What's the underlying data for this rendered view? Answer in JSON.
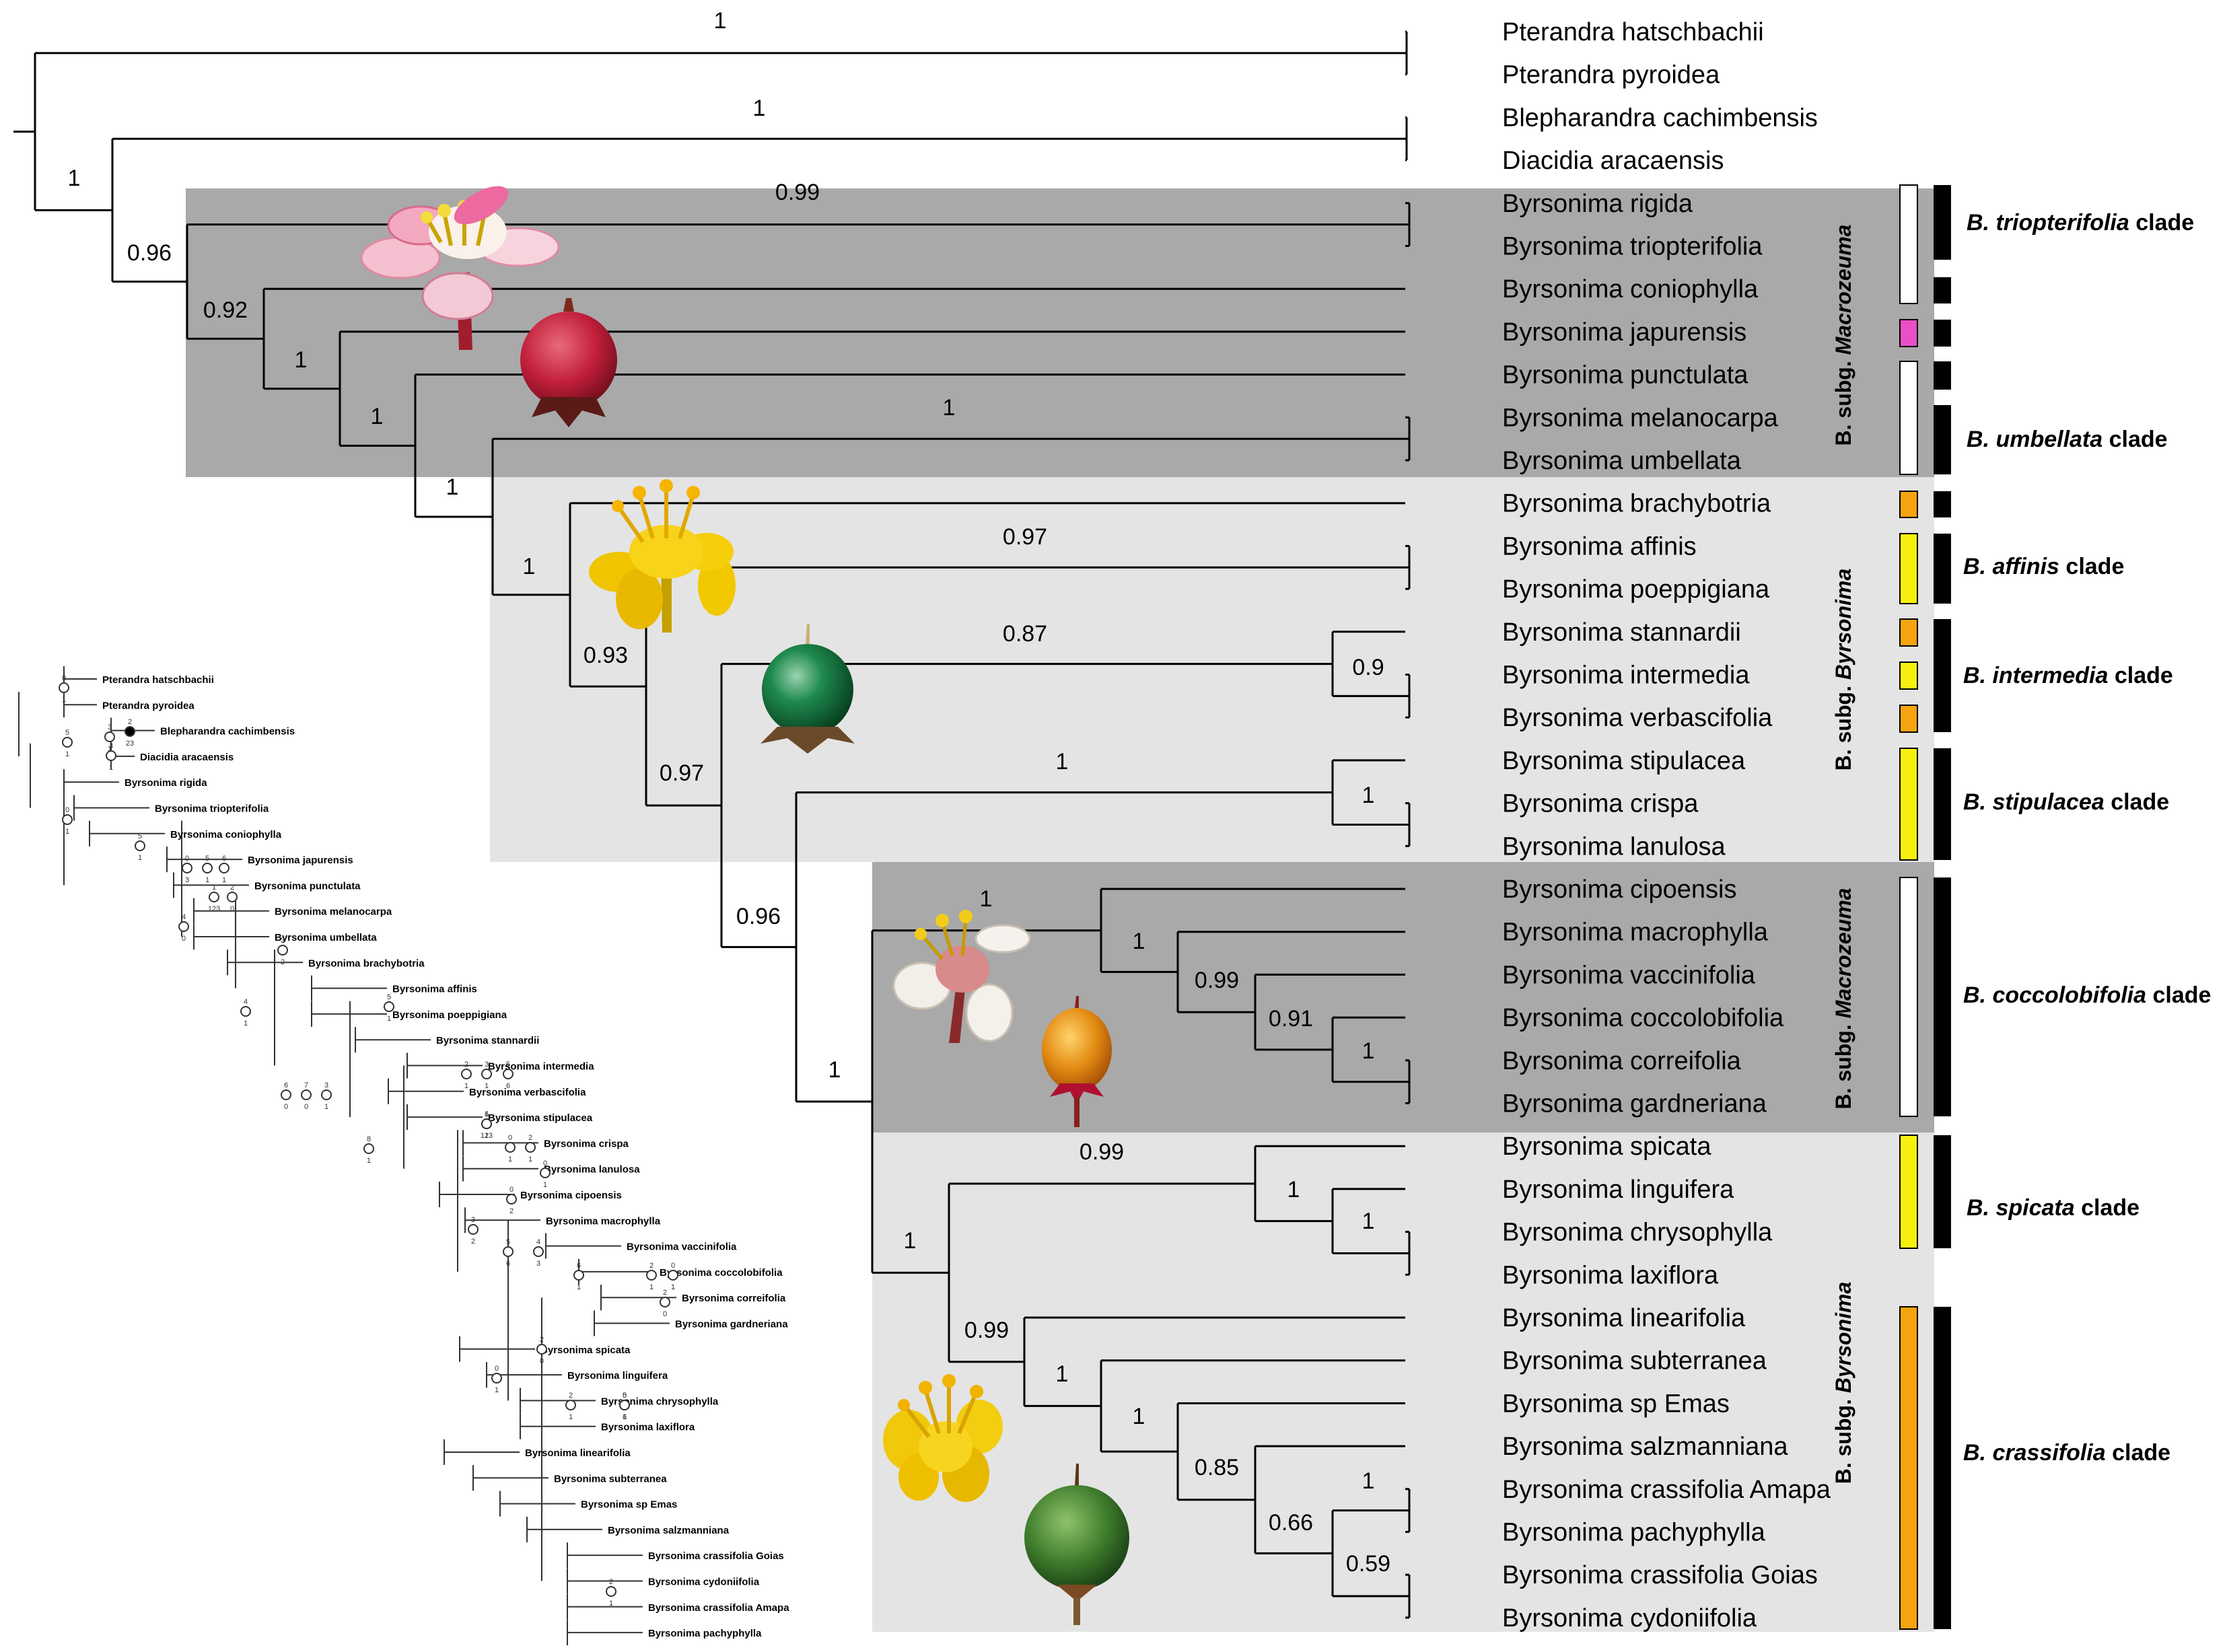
{
  "main_tree": {
    "taxa": [
      "Pterandra  hatschbachii",
      "Pterandra  pyroidea",
      "Blepharandra  cachimbensis",
      "Diacidia  aracaensis",
      "Byrsonima  rigida",
      "Byrsonima  triopterifolia",
      "Byrsonima  coniophylla",
      "Byrsonima  japurensis",
      "Byrsonima  punctulata",
      "Byrsonima  melanocarpa",
      "Byrsonima  umbellata",
      "Byrsonima  brachybotria",
      "Byrsonima  affinis",
      "Byrsonima  poeppigiana",
      "Byrsonima  stannardii",
      "Byrsonima  intermedia",
      "Byrsonima  verbascifolia",
      "Byrsonima  stipulacea",
      "Byrsonima  crispa",
      "Byrsonima  lanulosa",
      "Byrsonima  cipoensis",
      "Byrsonima  macrophylla",
      "Byrsonima  vaccinifolia",
      "Byrsonima  coccolobifolia",
      "Byrsonima  correifolia",
      "Byrsonima  gardneriana",
      "Byrsonima  spicata",
      "Byrsonima  linguifera",
      "Byrsonima  chrysophylla",
      "Byrsonima  laxiflora",
      "Byrsonima  linearifolia",
      "Byrsonima  subterranea",
      "Byrsonima  sp  Emas",
      "Byrsonima  salzmanniana",
      "Byrsonima  crassifolia  Amapa",
      "Byrsonima  pachyphylla",
      "Byrsonima  crassifolia  Goias",
      "Byrsonima  cydoniifolia"
    ],
    "support_values": [
      {
        "id": "n_pter",
        "value": "1"
      },
      {
        "id": "n_blep",
        "value": "1"
      },
      {
        "id": "n_ingroup",
        "value": "1"
      },
      {
        "id": "n_byr_diac",
        "value": "0.96"
      },
      {
        "id": "n_rigtri",
        "value": "0.99"
      },
      {
        "id": "n_byr",
        "value": "0.92"
      },
      {
        "id": "n_b_jap",
        "value": "1"
      },
      {
        "id": "n_b_punc",
        "value": "1"
      },
      {
        "id": "n_melumb",
        "value": "1"
      },
      {
        "id": "n_b_melumb",
        "value": "1"
      },
      {
        "id": "n_b_sub",
        "value": "1"
      },
      {
        "id": "n_affpoe",
        "value": "0.97"
      },
      {
        "id": "n_b_aff",
        "value": "0.93"
      },
      {
        "id": "n_stanint",
        "value": "0.87"
      },
      {
        "id": "n_intverb",
        "value": "0.9"
      },
      {
        "id": "n_stip",
        "value": "1"
      },
      {
        "id": "n_crlan",
        "value": "1"
      },
      {
        "id": "n_b_int",
        "value": "0.97"
      },
      {
        "id": "n_b_stip",
        "value": "0.96"
      },
      {
        "id": "n_cocco",
        "value": "1"
      },
      {
        "id": "n_macro",
        "value": "1"
      },
      {
        "id": "n_vacc",
        "value": "0.99"
      },
      {
        "id": "n_coccoR",
        "value": "0.91"
      },
      {
        "id": "n_corgar",
        "value": "1"
      },
      {
        "id": "n_b_cocco",
        "value": "1"
      },
      {
        "id": "n_spic",
        "value": "0.99"
      },
      {
        "id": "n_ling",
        "value": "1"
      },
      {
        "id": "n_chrylax",
        "value": "1"
      },
      {
        "id": "n_spicras",
        "value": "1"
      },
      {
        "id": "n_cras",
        "value": "0.99"
      },
      {
        "id": "n_subt",
        "value": "1"
      },
      {
        "id": "n_spem",
        "value": "1"
      },
      {
        "id": "n_salz",
        "value": "0.85"
      },
      {
        "id": "n_pach",
        "value": "1"
      },
      {
        "id": "n_cr4",
        "value": "0.66"
      },
      {
        "id": "n_cyd",
        "value": "0.59"
      }
    ],
    "subgenus_labels": [
      {
        "prefix": "B. subg. ",
        "name": "Macrozeuma"
      },
      {
        "prefix": "B. subg. ",
        "name": "Byrsonima"
      },
      {
        "prefix": "B. subg. ",
        "name": "Macrozeuma"
      },
      {
        "prefix": "B. subg. ",
        "name": "Byrsonima"
      }
    ],
    "clades": [
      {
        "genus": "B. ",
        "epithet": "triopterifolia",
        "suffix": " clade"
      },
      {
        "genus": "B. ",
        "epithet": "umbellata",
        "suffix": " clade"
      },
      {
        "genus": "B. ",
        "epithet": "affinis",
        "suffix": " clade"
      },
      {
        "genus": "B. ",
        "epithet": "intermedia",
        "suffix": " clade"
      },
      {
        "genus": "B. ",
        "epithet": "stipulacea",
        "suffix": " clade"
      },
      {
        "genus": "B. ",
        "epithet": "coccolobifolia",
        "suffix": " clade"
      },
      {
        "genus": "B. ",
        "epithet": "spicata",
        "suffix": " clade"
      },
      {
        "genus": "B. ",
        "epithet": "crassifolia",
        "suffix": " clade"
      }
    ],
    "petal_color_key": {
      "white": "#ffffff",
      "pink": "#e94fc6",
      "orange": "#f5a30f",
      "yellow": "#f7f00d"
    },
    "shading_colors": {
      "dark": "#a9a9a9",
      "light": "#e4e4e4"
    }
  },
  "inset_tree": {
    "taxa": [
      "Pterandra hatschbachii",
      "Pterandra pyroidea",
      "Blepharandra cachimbensis",
      "Diacidia aracaensis",
      "Byrsonima rigida",
      "Byrsonima triopterifolia",
      "Byrsonima coniophylla",
      "Byrsonima japurensis",
      "Byrsonima punctulata",
      "Byrsonima melanocarpa",
      "Byrsonima umbellata",
      "Byrsonima brachybotria",
      "Byrsonima affinis",
      "Byrsonima poeppigiana",
      "Byrsonima stannardii",
      "Byrsonima intermedia",
      "Byrsonima verbascifolia",
      "Byrsonima stipulacea",
      "Byrsonima crispa",
      "Byrsonima lanulosa",
      "Byrsonima cipoensis",
      "Byrsonima macrophylla",
      "Byrsonima vaccinifolia",
      "Byrsonima coccolobifolia",
      "Byrsonima correifolia",
      "Byrsonima gardneriana",
      "Byrsonima spicata",
      "Byrsonima linguifera",
      "Byrsonima chrysophylla",
      "Byrsonima laxiflora",
      "Byrsonima linearifolia",
      "Byrsonima subterranea",
      "Byrsonima sp Emas",
      "Byrsonima salzmanniana",
      "Byrsonima crassifolia Goias",
      "Byrsonima cydoniifolia",
      "Byrsonima crassifolia Amapa",
      "Byrsonima pachyphylla"
    ],
    "character_marks": [
      {
        "id": "c_pter",
        "top": "0",
        "bottom": "1"
      },
      {
        "id": "c_blep",
        "top": "5",
        "bottom": "1"
      },
      {
        "id": "c_blep2",
        "top": "3",
        "bottom": "1"
      },
      {
        "id": "c_blep3",
        "top": "2",
        "bottom": "23"
      },
      {
        "id": "c_diac",
        "top": "3",
        "bottom": "1"
      },
      {
        "id": "c_byr",
        "top": "0",
        "bottom": "1"
      },
      {
        "id": "c_con",
        "top": "5",
        "bottom": "1"
      },
      {
        "id": "c_jap1",
        "top": "0",
        "bottom": "3"
      },
      {
        "id": "c_jap2",
        "top": "5",
        "bottom": "1"
      },
      {
        "id": "c_jap3",
        "top": "6",
        "bottom": "1"
      },
      {
        "id": "c_pun1",
        "top": "1",
        "bottom": "123"
      },
      {
        "id": "c_pun2",
        "top": "2",
        "bottom": "0"
      },
      {
        "id": "c_mel",
        "top": "4",
        "bottom": "0"
      },
      {
        "id": "c_bra",
        "top": "3",
        "bottom": "2"
      },
      {
        "id": "c_sub",
        "top": "4",
        "bottom": "1"
      },
      {
        "id": "c_aff",
        "top": "5",
        "bottom": "1"
      },
      {
        "id": "c_m1",
        "top": "6",
        "bottom": "0"
      },
      {
        "id": "c_m2",
        "top": "7",
        "bottom": "0"
      },
      {
        "id": "c_m3",
        "top": "3",
        "bottom": "1"
      },
      {
        "id": "c_int1",
        "top": "2",
        "bottom": "1"
      },
      {
        "id": "c_int2",
        "top": "3",
        "bottom": "1"
      },
      {
        "id": "c_int3",
        "top": "5",
        "bottom": "6"
      },
      {
        "id": "c_b8",
        "top": "8",
        "bottom": "1"
      },
      {
        "id": "c_stip",
        "top": "6",
        "bottom": "1"
      },
      {
        "id": "c_stip2",
        "top": "1",
        "bottom": "123"
      },
      {
        "id": "c_cr1",
        "top": "0",
        "bottom": "1"
      },
      {
        "id": "c_cr2",
        "top": "2",
        "bottom": "1"
      },
      {
        "id": "c_lan",
        "top": "0",
        "bottom": "1"
      },
      {
        "id": "c_cip",
        "top": "0",
        "bottom": "2"
      },
      {
        "id": "c_coc",
        "top": "3",
        "bottom": "2"
      },
      {
        "id": "c_mac1",
        "top": "5",
        "bottom": "6"
      },
      {
        "id": "c_mac2",
        "top": "4",
        "bottom": "3"
      },
      {
        "id": "c_vac",
        "top": "6",
        "bottom": "1"
      },
      {
        "id": "c_cc1",
        "top": "2",
        "bottom": "1"
      },
      {
        "id": "c_cc2",
        "top": "0",
        "bottom": "1"
      },
      {
        "id": "c_cor",
        "top": "2",
        "bottom": "0"
      },
      {
        "id": "c_spi0",
        "top": "0",
        "bottom": "1"
      },
      {
        "id": "c_spi",
        "top": "2",
        "bottom": "0"
      },
      {
        "id": "c_lin",
        "top": "2",
        "bottom": "1"
      },
      {
        "id": "c_chr",
        "top": "5",
        "bottom": "6"
      },
      {
        "id": "c_chr2",
        "top": "0",
        "bottom": "1"
      },
      {
        "id": "c_cra",
        "top": "2",
        "bottom": "1"
      }
    ]
  }
}
